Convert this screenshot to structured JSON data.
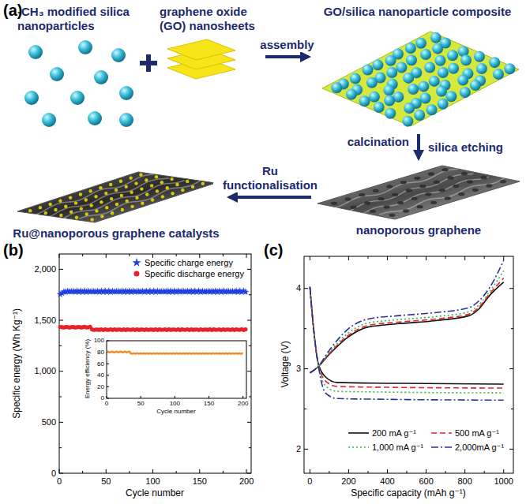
{
  "diagram": {
    "nodes": [
      {
        "text": [
          "-CH₃ modified silica nanoparticles"
        ]
      },
      {
        "text": [
          "graphene oxide (GO) nanosheets"
        ]
      },
      {
        "text": [
          "GO/silica nanoparticle composite"
        ]
      },
      {
        "text": [
          "nanoporous graphene"
        ]
      },
      {
        "text": [
          "Ru@nanoporous graphene catalysts"
        ]
      }
    ],
    "edges": [
      {
        "from": 1,
        "to": 2,
        "arrow": "to",
        "label": "assembly"
      },
      {
        "from": 2,
        "to": 3,
        "arrow": "to",
        "label": "calcination"
      },
      {
        "from": 3,
        "to": 4,
        "arrow": "to",
        "label": "Ru functionalisation"
      }
    ],
    "labels": [
      "(a)",
      "(b)",
      "(c)",
      "silica etching",
      "0",
      "500",
      "1,000",
      "1,500",
      "2,000",
      "0",
      "50",
      "100",
      "150",
      "200",
      "Specific energy (Wh Kg⁻¹)",
      "Cycle number",
      "0",
      "20",
      "40",
      "60",
      "80",
      "100",
      "0",
      "50",
      "100",
      "150",
      "200",
      "Energy efficiency (%)",
      "Cycle number",
      "2",
      "3",
      "4",
      "0",
      "200",
      "400",
      "600",
      "800",
      "1000",
      "Voltage (V)",
      "Specific capacity (mAh g⁻¹)"
    ],
    "legend": [
      {
        "text": "Specific charge energy"
      },
      {
        "text": "Specific discharge energy"
      },
      {
        "text": "200 mA g⁻¹"
      },
      {
        "text": "500 mA g⁻¹"
      },
      {
        "text": "1,000 mA g⁻¹"
      },
      {
        "text": "2,000mA g⁻¹"
      }
    ]
  }
}
